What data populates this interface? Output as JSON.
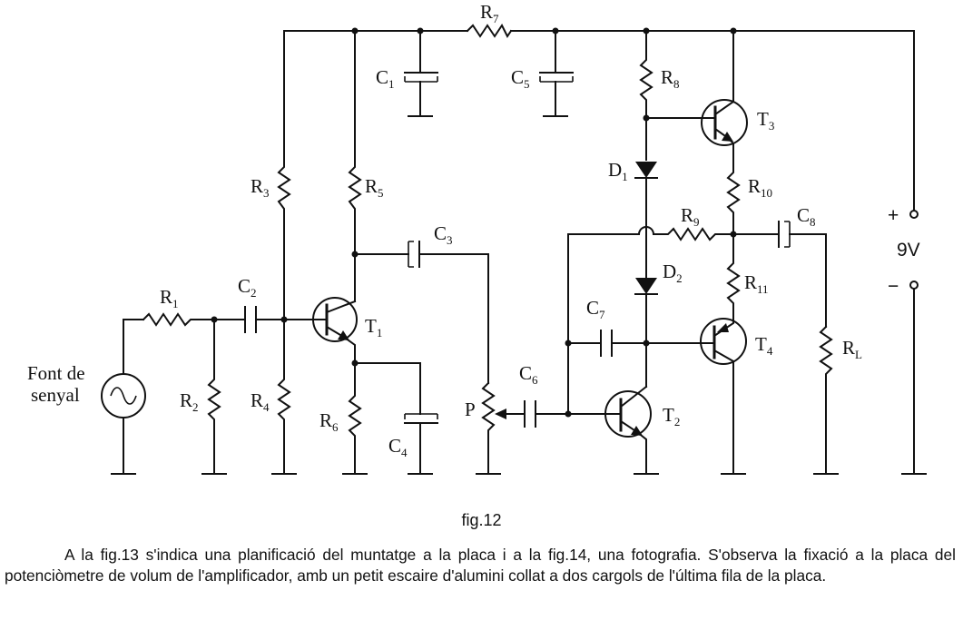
{
  "components": {
    "R1": {
      "letter": "R",
      "index": "1"
    },
    "R2": {
      "letter": "R",
      "index": "2"
    },
    "R3": {
      "letter": "R",
      "index": "3"
    },
    "R4": {
      "letter": "R",
      "index": "4"
    },
    "R5": {
      "letter": "R",
      "index": "5"
    },
    "R6": {
      "letter": "R",
      "index": "6"
    },
    "R7": {
      "letter": "R",
      "index": "7"
    },
    "R8": {
      "letter": "R",
      "index": "8"
    },
    "R9": {
      "letter": "R",
      "index": "9"
    },
    "R10": {
      "letter": "R",
      "index": "10"
    },
    "R11": {
      "letter": "R",
      "index": "11"
    },
    "RL": {
      "letter": "R",
      "index": "L"
    },
    "C1": {
      "letter": "C",
      "index": "1"
    },
    "C2": {
      "letter": "C",
      "index": "2"
    },
    "C3": {
      "letter": "C",
      "index": "3"
    },
    "C4": {
      "letter": "C",
      "index": "4"
    },
    "C5": {
      "letter": "C",
      "index": "5"
    },
    "C6": {
      "letter": "C",
      "index": "6"
    },
    "C7": {
      "letter": "C",
      "index": "7"
    },
    "C8": {
      "letter": "C",
      "index": "8"
    },
    "T1": {
      "letter": "T",
      "index": "1"
    },
    "T2": {
      "letter": "T",
      "index": "2"
    },
    "T3": {
      "letter": "T",
      "index": "3"
    },
    "T4": {
      "letter": "T",
      "index": "4"
    },
    "D1": {
      "letter": "D",
      "index": "1"
    },
    "D2": {
      "letter": "D",
      "index": "2"
    },
    "P": {
      "letter": "P"
    }
  },
  "source": {
    "line1": "Font de",
    "line2": "senyal"
  },
  "supply": {
    "plus": "+",
    "minus": "−",
    "voltage": "9V"
  },
  "caption": "fig.12",
  "paragraph": "A la fig.13 s'indica una planificació del muntatge a la placa i a la fig.14, una fotografia. S'observa la fixació a la placa del potenciòmetre de volum de l'amplificador, amb un petit escaire d'alumini collat a dos cargols de l'última fila de la placa."
}
